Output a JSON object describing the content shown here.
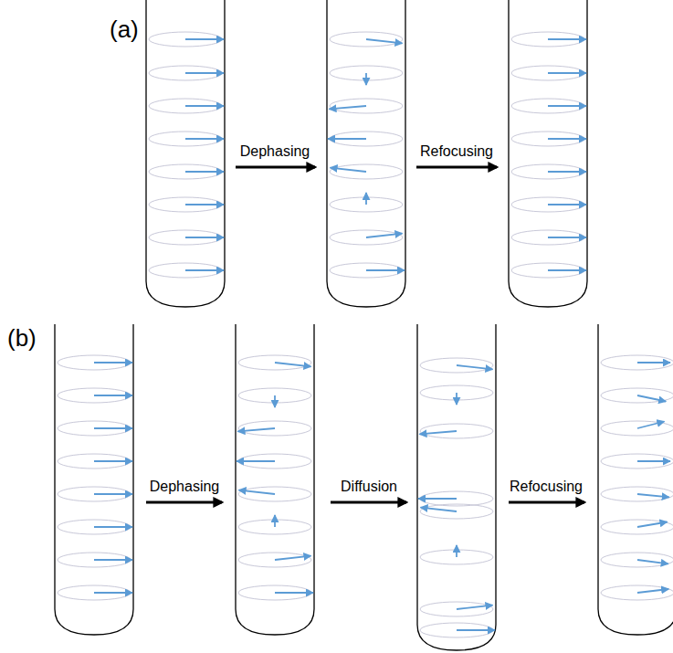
{
  "diagram": {
    "labels": [
      "(a)",
      "Dephasing",
      "Refocusing",
      "(b)",
      "Dephasing",
      "Diffusion",
      "Refocusing"
    ]
  }
}
